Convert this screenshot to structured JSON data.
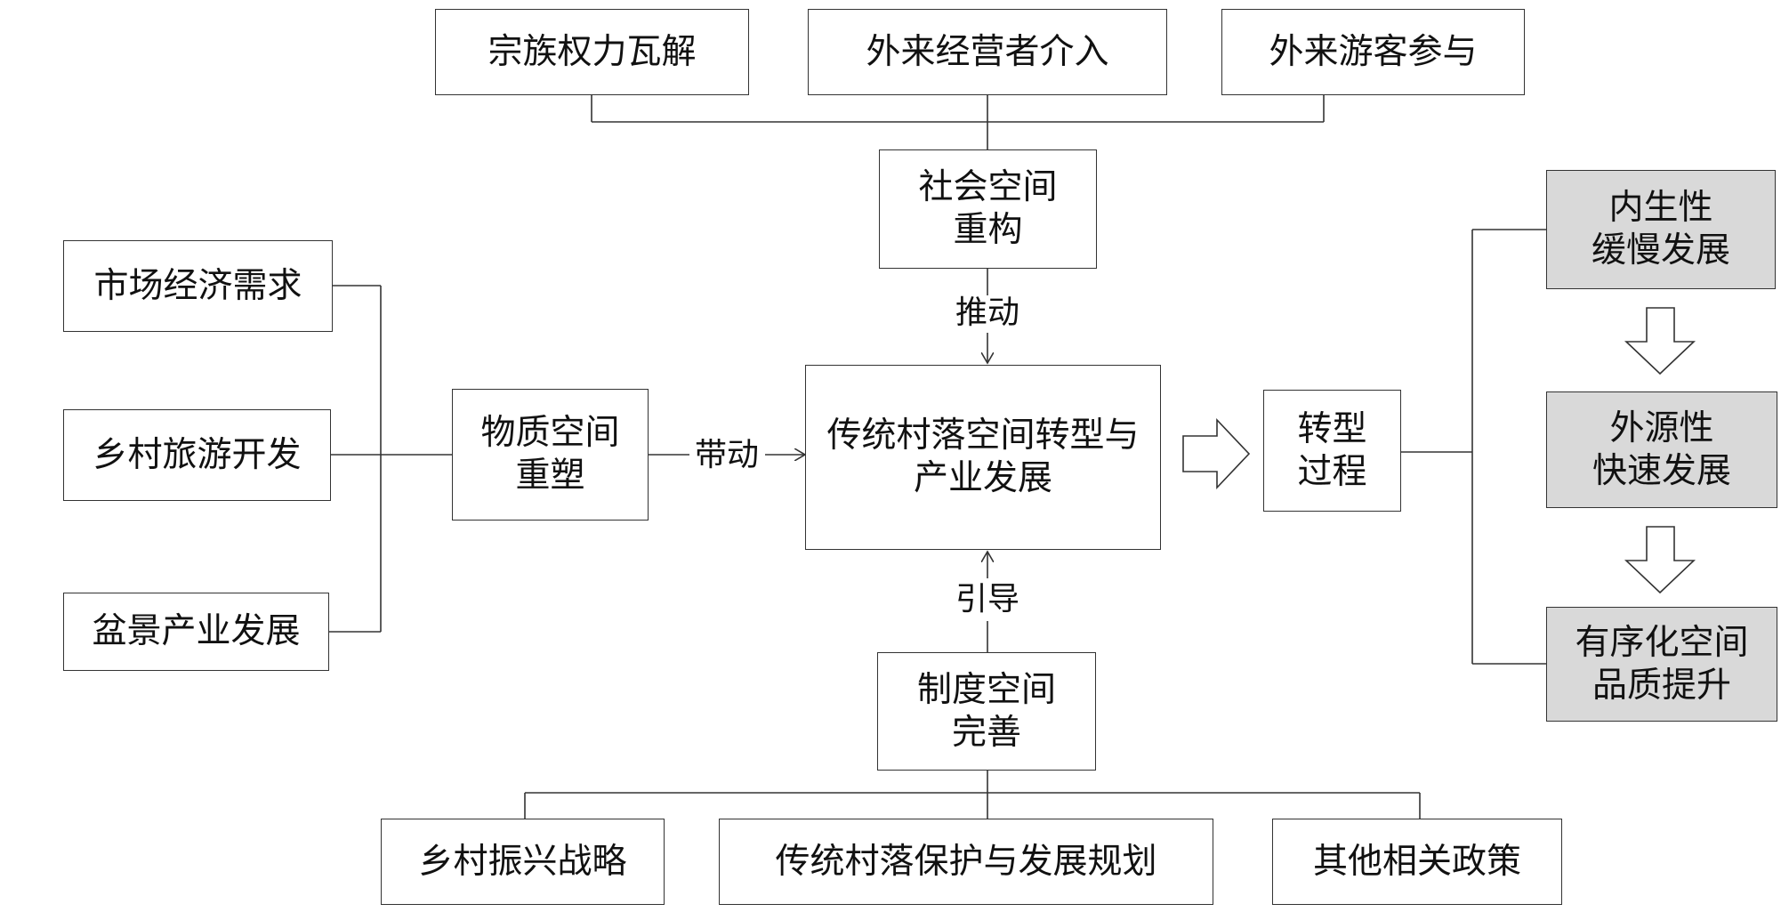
{
  "top_factors": [
    "宗族权力瓦解",
    "外来经营者介入",
    "外来游客参与"
  ],
  "left_factors": [
    "市场经济需求",
    "乡村旅游开发",
    "盆景产业发展"
  ],
  "bottom_factors": [
    "乡村振兴战略",
    "传统村落保护与发展规划",
    "其他相关政策"
  ],
  "social_space": "社会空间\n重构",
  "material_space": "物质空间\n重塑",
  "institutional_space": "制度空间\n完善",
  "core": "传统村落空间转型与\n产业发展",
  "transition": "转型\n过程",
  "stages": [
    "内生性\n缓慢发展",
    "外源性\n快速发展",
    "有序化空间\n品质提升"
  ],
  "labels": {
    "push": "推动",
    "drive": "带动",
    "guide": "引导"
  },
  "colors": {
    "line": "#333333",
    "stage_fill": "#d9d9d9",
    "box_fill": "#ffffff"
  }
}
